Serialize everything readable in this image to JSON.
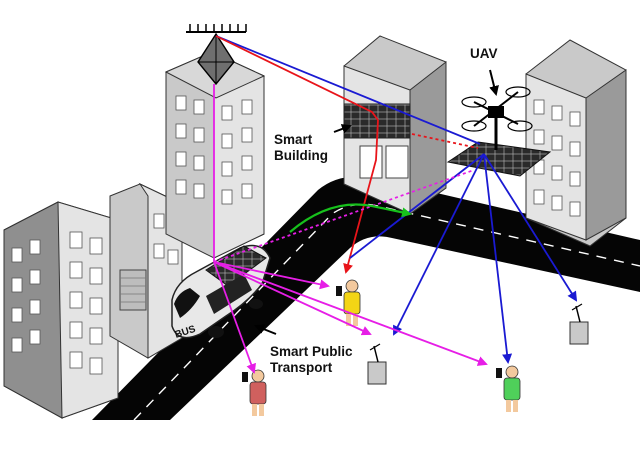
{
  "labels": {
    "uav": "UAV",
    "smart_building_line1": "Smart",
    "smart_building_line2": "Building",
    "smart_transport_line1": "Smart Public",
    "smart_transport_line2": "Transport",
    "bus": "BUS"
  },
  "colors": {
    "link_red": "#e8141a",
    "link_blue": "#1a1ad2",
    "link_magenta": "#e61ee6",
    "link_green": "#17c11c",
    "road": "#050505",
    "building_light": "#e4e4e4",
    "building_mid": "#c9c9c9",
    "building_dark": "#8f8f8f",
    "window": "#ffffff",
    "solar_panel": "#2a2a2a",
    "user_yellow": "#f3d515",
    "user_green": "#4fd05a",
    "user_red": "#d0605e",
    "skin": "#f3c99e"
  },
  "icons": [
    "base-station-icon",
    "uav-drone-icon",
    "bus-icon",
    "user-icon",
    "iot-device-icon",
    "solar-panel-icon"
  ]
}
